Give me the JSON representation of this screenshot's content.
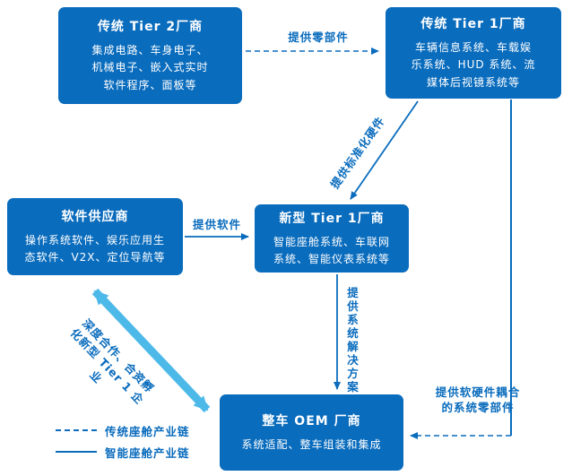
{
  "colors": {
    "box_fill": "#0a6cbd",
    "box_text": "#ffffff",
    "arrow_dark_blue": "#0a6cbd",
    "arrow_light_blue": "#4db9e9",
    "label_text": "#0a6cbd",
    "background": "#ffffff"
  },
  "boxes": {
    "tier2": {
      "title": "传统 Tier 2厂商",
      "body": "集成电路、车身电子、\n机械电子、嵌入式实时\n软件程序、面板等"
    },
    "tier1": {
      "title": "传统 Tier 1厂商",
      "body": "车辆信息系统、车载娱\n乐系统、HUD 系统、流\n媒体后视镜系统等"
    },
    "software": {
      "title": "软件供应商",
      "body": "操作系统软件、娱乐应用生\n态软件、V2X、定位导航等"
    },
    "new_tier1": {
      "title": "新型 Tier 1厂商",
      "body": "智能座舱系统、车联网\n系统、智能仪表系统等"
    },
    "oem": {
      "title": "整车 OEM 厂商",
      "body": "系统适配、整车组装和集成"
    }
  },
  "arrow_labels": {
    "parts": "提供零部件",
    "std_hardware": "提供标准化硬件",
    "software": "提供软件",
    "system_solution": "提供系统解决方案",
    "coupled_parts": "提供软硬件耦合\n的系统零部件",
    "cooperation": "深度合作、合资孵\n化新型 Tier 1 企业"
  },
  "legend": {
    "traditional": "传统座舱产业链",
    "smart": "智能座舱产业链"
  }
}
